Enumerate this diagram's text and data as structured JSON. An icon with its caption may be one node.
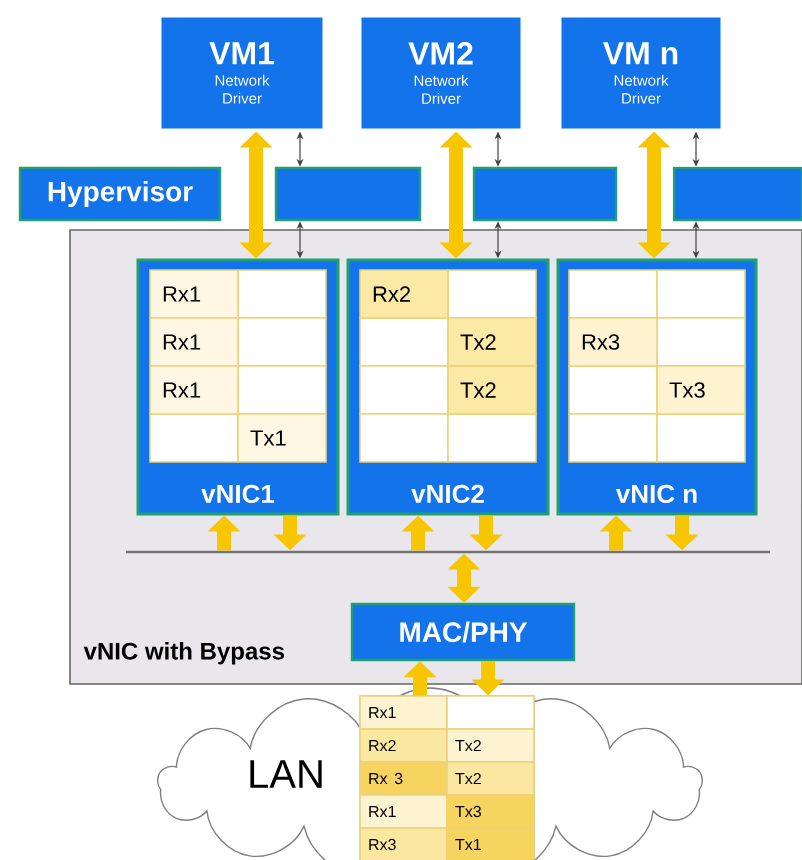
{
  "diagram": {
    "nodes": [
      {
        "text": [
          "VM1",
          "Network Driver"
        ]
      },
      {
        "text": [
          "VM2",
          "Network Driver"
        ]
      },
      {
        "text": [
          "VM n",
          "Network Driver"
        ]
      },
      {
        "text": [
          "Hypervisor"
        ]
      },
      {
        "text": [],
        "shape": "box"
      },
      {
        "text": [],
        "shape": "box"
      },
      {
        "text": [],
        "shape": "box"
      },
      {
        "text": [
          "vNIC with Bypass"
        ]
      },
      {
        "text": [
          "vNIC1"
        ],
        "in": 7
      },
      {
        "text": [
          "vNIC2"
        ],
        "in": 7
      },
      {
        "text": [
          "vNIC n"
        ],
        "in": 7
      },
      {
        "text": [],
        "shape": "bar",
        "in": 7
      },
      {
        "text": [
          "MAC/PHY"
        ],
        "in": 7
      },
      {
        "text": [
          "LAN"
        ]
      },
      {
        "text": [
          "Rx1",
          "Rx2",
          "Tx2",
          "Rx 3",
          "Tx2",
          "Rx1",
          "Tx3",
          "Rx3",
          "Tx1"
        ],
        "in": 13
      }
    ],
    "edges": [
      {
        "from": 0,
        "to": 8,
        "arrow": "both"
      },
      {
        "from": 0,
        "to": 4,
        "arrow": "both",
        "color": "#404040"
      },
      {
        "from": 4,
        "to": 8,
        "arrow": "both",
        "color": "#404040"
      },
      {
        "from": 1,
        "to": 9,
        "arrow": "both"
      },
      {
        "from": 1,
        "to": 5,
        "arrow": "both",
        "color": "#404040"
      },
      {
        "from": 5,
        "to": 9,
        "arrow": "both",
        "color": "#404040"
      },
      {
        "from": 2,
        "to": 10,
        "arrow": "both"
      },
      {
        "from": 2,
        "to": 6,
        "arrow": "both",
        "color": "#404040"
      },
      {
        "from": 6,
        "to": 10,
        "arrow": "both",
        "color": "#404040"
      },
      {
        "from": 11,
        "to": 8,
        "arrow": "to"
      },
      {
        "from": 8,
        "to": 11,
        "arrow": "to"
      },
      {
        "from": 11,
        "to": 9,
        "arrow": "to"
      },
      {
        "from": 9,
        "to": 11,
        "arrow": "to"
      },
      {
        "from": 11,
        "to": 10,
        "arrow": "to"
      },
      {
        "from": 10,
        "to": 11,
        "arrow": "to"
      },
      {
        "from": 12,
        "to": 11,
        "arrow": "both"
      },
      {
        "from": 14,
        "to": 12,
        "arrow": "to"
      },
      {
        "from": 12,
        "to": 14,
        "arrow": "to"
      }
    ],
    "labels": [
      "Rx1",
      "Rx1",
      "Rx1",
      "Tx1",
      "Rx2",
      "Tx2",
      "Tx2",
      "Rx3",
      "Tx3"
    ]
  }
}
